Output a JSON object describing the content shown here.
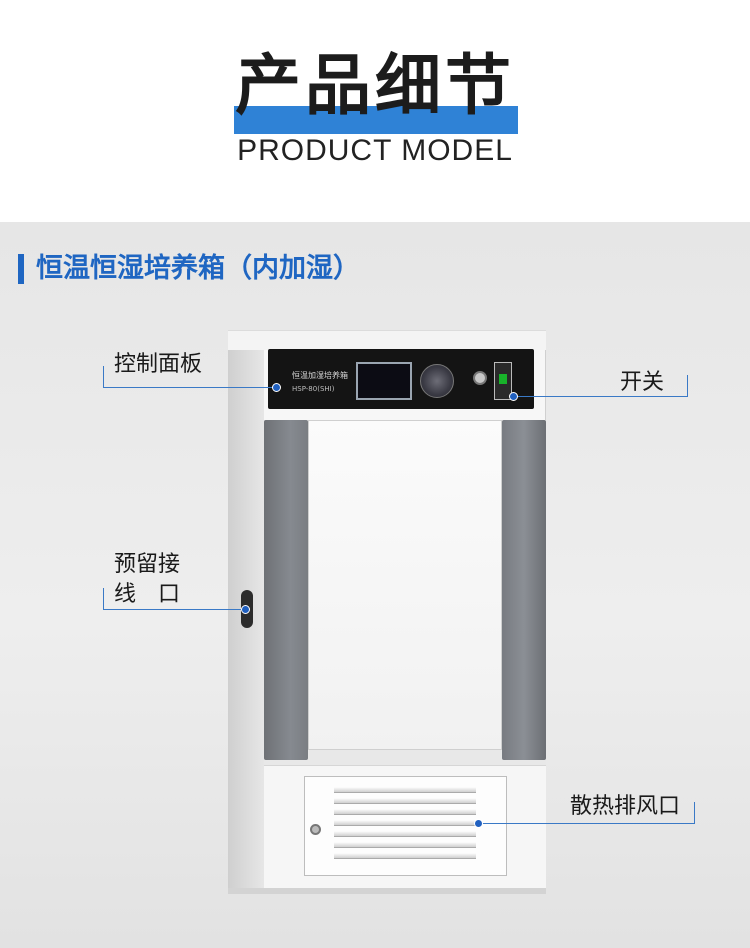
{
  "header": {
    "title_cn": "产品细节",
    "title_en": "PRODUCT MODEL"
  },
  "section": {
    "title": "恒温恒湿培养箱（内加湿）"
  },
  "device": {
    "panel_name": "恒温加湿培养箱",
    "panel_model": "HSP-80(SHI)"
  },
  "callouts": {
    "control_panel": "控制面板",
    "switch": "开关",
    "reserved_port_line1": "预留接",
    "reserved_port_line2": "线　口",
    "vent": "散热排风口"
  },
  "colors": {
    "accent": "#2f82d6",
    "section_blue": "#1f66c2"
  }
}
